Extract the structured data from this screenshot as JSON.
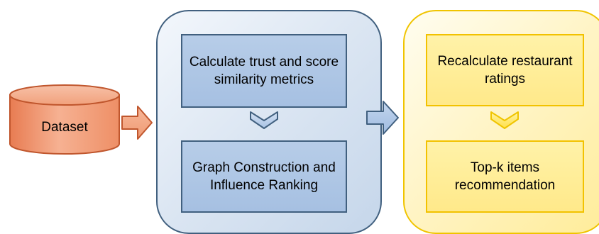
{
  "nodes": {
    "dataset": "Dataset",
    "metrics": "Calculate trust and score similarity metrics",
    "graph": "Graph Construction and Influence Ranking",
    "recalc": "Recalculate restaurant ratings",
    "topk": "Top-k items recommendation"
  },
  "colors": {
    "dataset_fill": "#f4a27d",
    "dataset_stroke": "#c0562d",
    "blue_fill": "#a9c2e3",
    "blue_stroke": "#41607f",
    "yellow_fill": "#ffec99",
    "yellow_stroke": "#f0c400"
  },
  "icons": {
    "down_chevron": "chevron-down-icon",
    "right_arrow": "arrow-right-icon"
  }
}
